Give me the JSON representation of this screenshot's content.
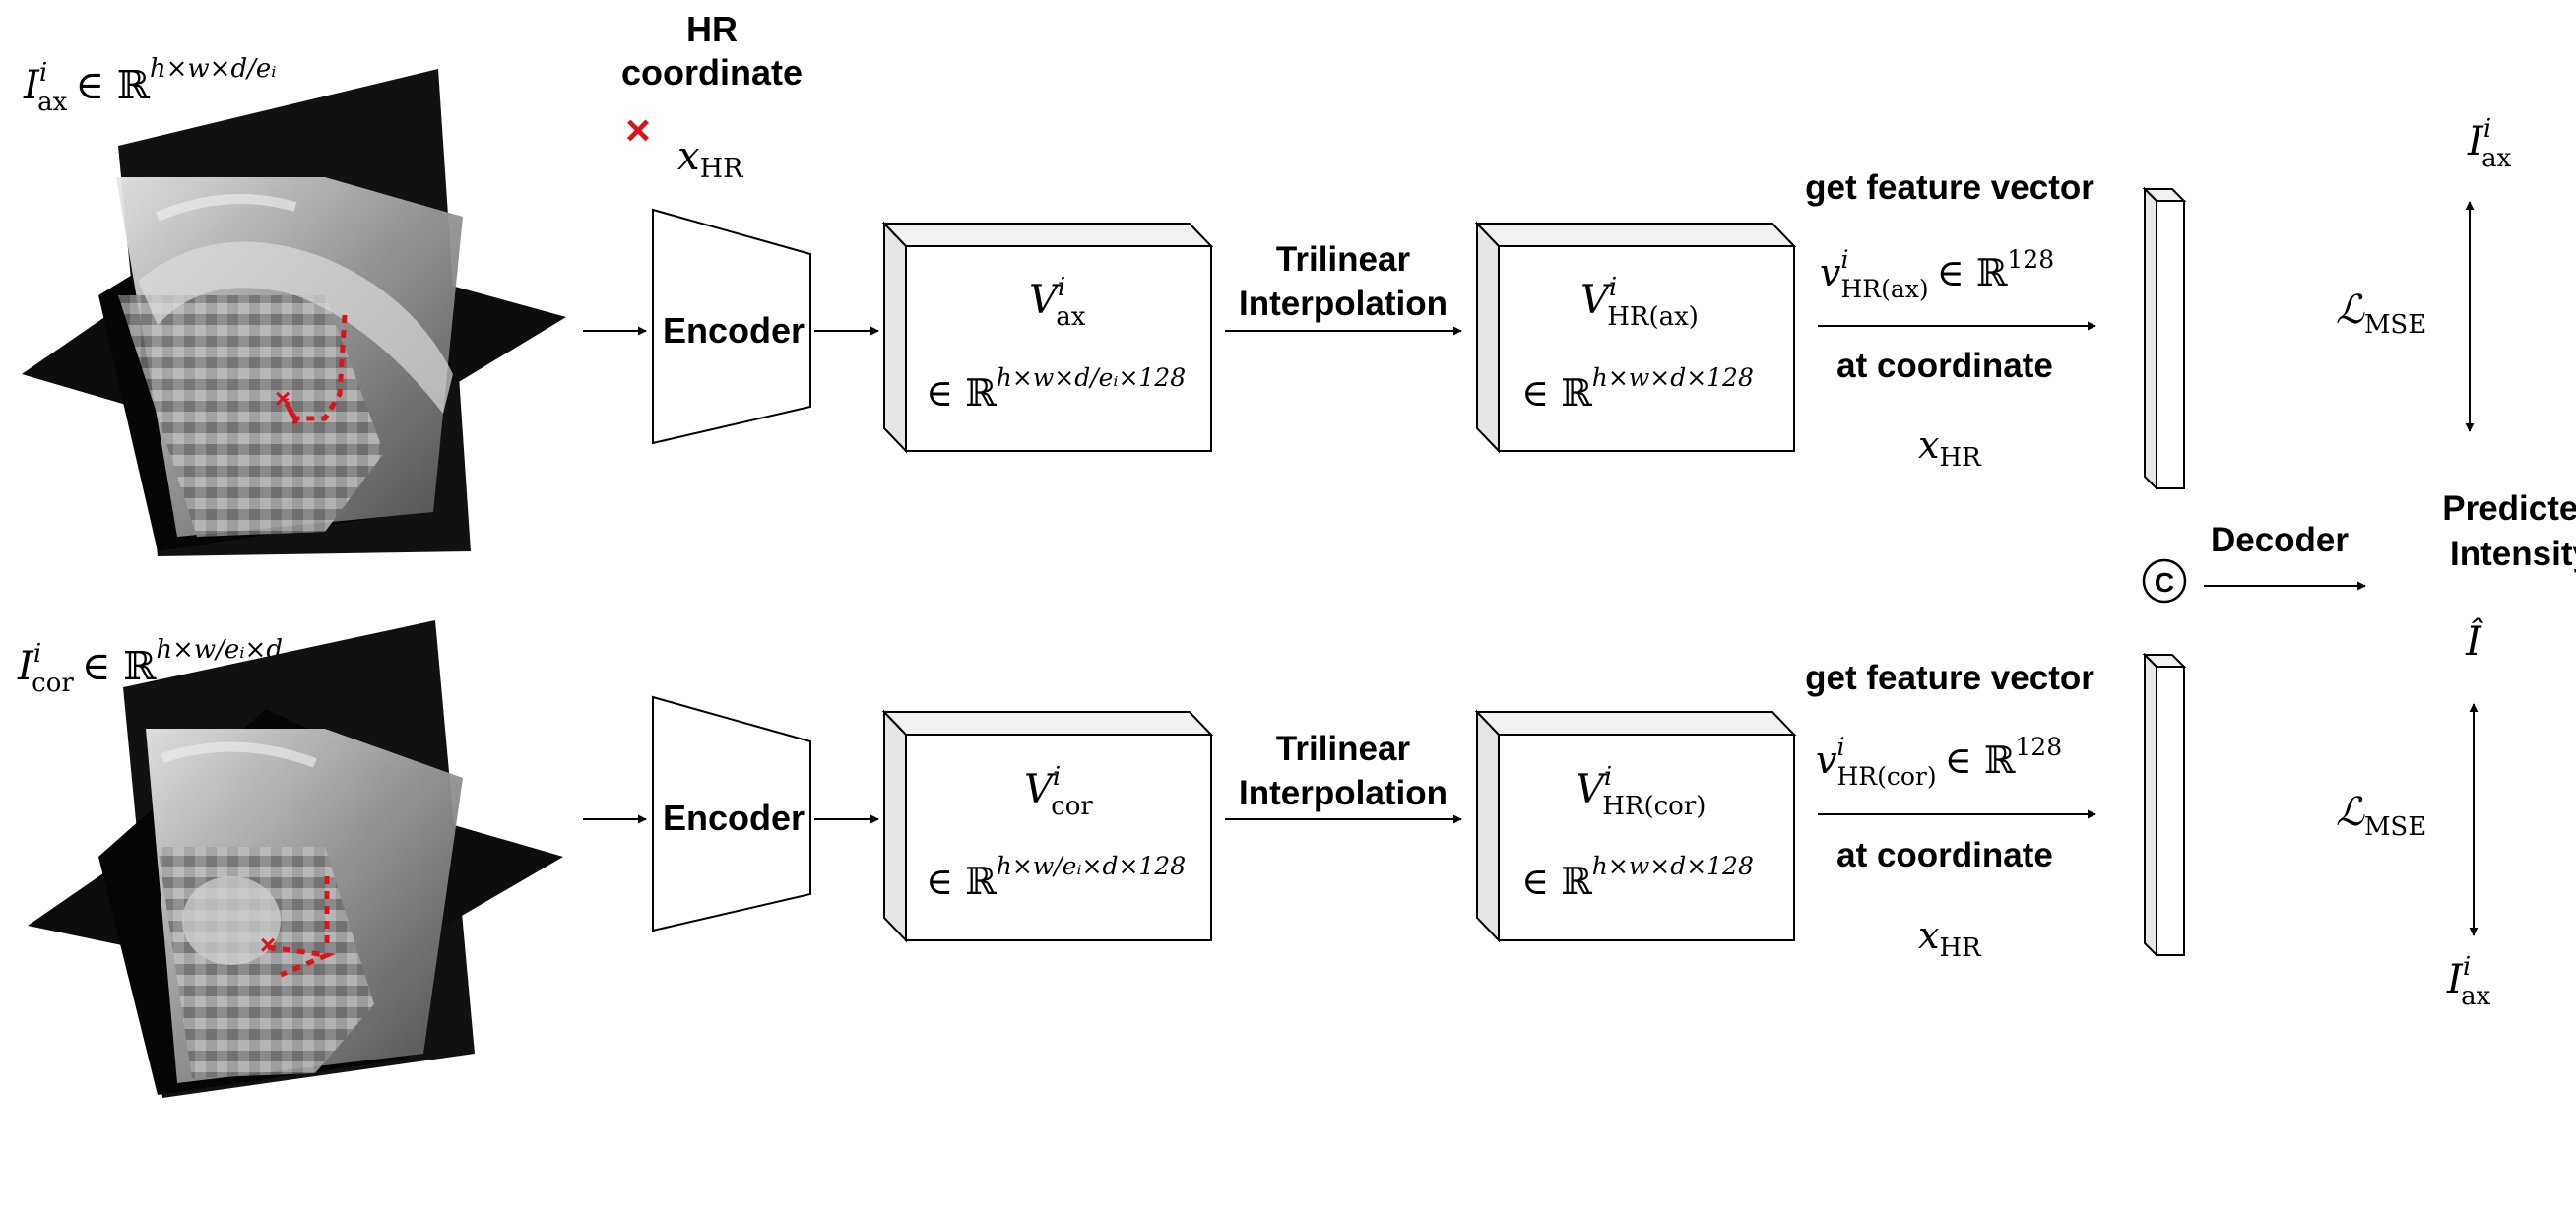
{
  "hr_coordinate": {
    "label_line1": "HR",
    "label_line2": "coordinate",
    "marker": "×",
    "symbol": "x",
    "symbol_sub": "HR"
  },
  "colors": {
    "marker": "#d8141c",
    "line": "#000000",
    "box_side": "#e6e6e6"
  },
  "top_branch": {
    "input_label": {
      "base": "I",
      "sup": "i",
      "sub": "ax",
      "set": "∈ ℝ",
      "exp": "h×w×d/eᵢ"
    },
    "encoder_label": "Encoder",
    "volume": {
      "base": "V",
      "sup": "i",
      "sub": "ax",
      "set": "∈ ℝ",
      "exp": "h×w×d/eᵢ×128"
    },
    "interp_line1": "Trilinear",
    "interp_line2": "Interpolation",
    "hr_volume": {
      "base": "V",
      "sup": "i",
      "sub": "HR(ax)",
      "set": "∈ ℝ",
      "exp": "h×w×d×128"
    },
    "feature_title": "get feature vector",
    "feature_vec": {
      "base": "v",
      "sup": "i",
      "sub": "HR(ax)",
      "set": "∈ ℝ",
      "exp": "128"
    },
    "at_coordinate": "at coordinate",
    "coord": {
      "base": "x",
      "sub": "HR"
    },
    "loss": {
      "base": "ℒ",
      "sub": "MSE"
    },
    "target": {
      "base": "I",
      "sup": "i",
      "sub": "ax"
    }
  },
  "bottom_branch": {
    "input_label": {
      "base": "I",
      "sup": "i",
      "sub": "cor",
      "set": "∈ ℝ",
      "exp": "h×w/eᵢ×d"
    },
    "encoder_label": "Encoder",
    "volume": {
      "base": "V",
      "sup": "i",
      "sub": "cor",
      "set": "∈ ℝ",
      "exp": "h×w/eᵢ×d×128"
    },
    "interp_line1": "Trilinear",
    "interp_line2": "Interpolation",
    "hr_volume": {
      "base": "V",
      "sup": "i",
      "sub": "HR(cor)",
      "set": "∈ ℝ",
      "exp": "h×w×d×128"
    },
    "feature_title": "get feature vector",
    "feature_vec": {
      "base": "v",
      "sup": "i",
      "sub": "HR(cor)",
      "set": "∈ ℝ",
      "exp": "128"
    },
    "at_coordinate": "at coordinate",
    "coord": {
      "base": "x",
      "sub": "HR"
    },
    "loss": {
      "base": "ℒ",
      "sub": "MSE"
    },
    "target": {
      "base": "I",
      "sup": "i",
      "sub": "ax"
    }
  },
  "concat_symbol": "C",
  "decoder_label": "Decoder",
  "output": {
    "line1": "Predicted",
    "line2": "Intensity",
    "symbol": "Î"
  }
}
